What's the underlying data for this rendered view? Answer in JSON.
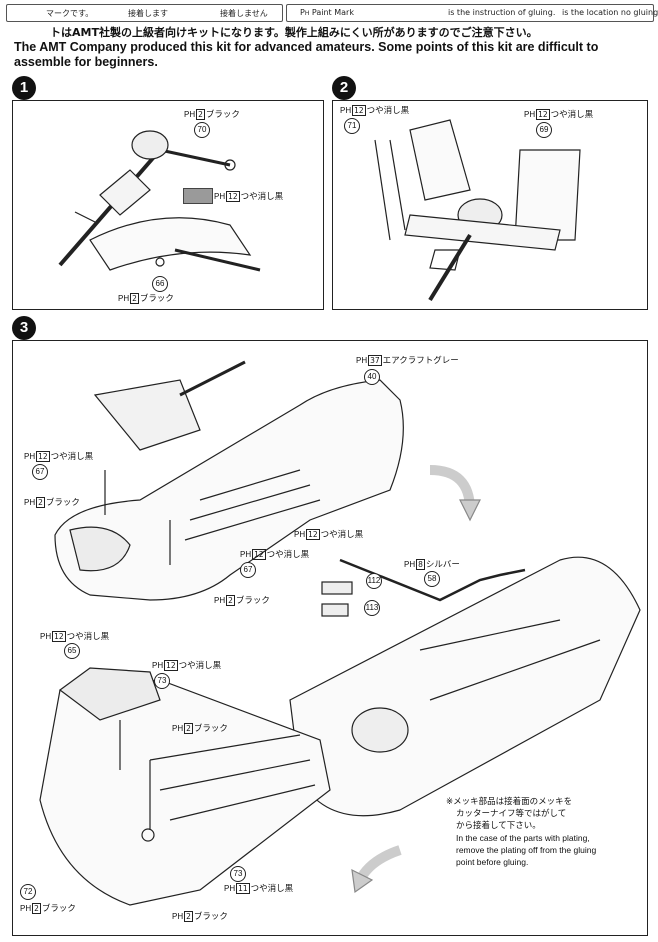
{
  "legend": {
    "paint_mark_jp": "マークです。",
    "glue": "接着します",
    "no_glue": "接着しません",
    "ph_mark_en": "Paint Mark",
    "instruction_en": "is the instruction of gluing.",
    "location_en": "is the location no gluing."
  },
  "notice": {
    "jp": "トはAMT社製の上級者向けキットになります。製作上組みにくい所がありますのでご注意下さい。",
    "en_line1": "The AMT Company produced this kit for advanced amateurs. Some points of this kit are difficult to",
    "en_line2": "assemble for beginners."
  },
  "steps": [
    "1",
    "2",
    "3"
  ],
  "labels": {
    "s1_70": "ブラック",
    "s1_70_code": "2",
    "s1_swatch": "つや消し黒",
    "s1_swatch_code": "12",
    "s1_66": "ブラック",
    "s1_66_code": "2",
    "s2_71": "つや消し黒",
    "s2_71_code": "12",
    "s2_69": "つや消し黒",
    "s2_69_code": "12",
    "s3_40": "エアクラフトグレー",
    "s3_40_code": "37",
    "s3_67a": "つや消し黒",
    "s3_67a_code": "12",
    "s3_black_a": "ブラック",
    "s3_black_a_code": "2",
    "s3_mid1": "つや消し黒",
    "s3_mid1_code": "12",
    "s3_mid2": "つや消し黒",
    "s3_mid2_code": "12",
    "s3_black_b": "ブラック",
    "s3_black_b_code": "2",
    "s3_58": "シルバー",
    "s3_58_code": "8",
    "s3_65": "つや消し黒",
    "s3_65_code": "12",
    "s3_73": "つや消し黒",
    "s3_73_code": "12",
    "s3_black_c": "ブラック",
    "s3_black_c_code": "2",
    "s3_73b": "つや消し黒",
    "s3_73b_code": "11",
    "s3_black_d": "ブラック",
    "s3_black_d_code": "2",
    "s3_black_e": "ブラック",
    "s3_black_e_code": "2"
  },
  "callouts": {
    "c70": "70",
    "c66": "66",
    "c71": "71",
    "c69": "69",
    "c40": "40",
    "c67a": "67",
    "c67b": "67",
    "c112": "112",
    "c113": "113",
    "c58": "58",
    "c65": "65",
    "c73a": "73",
    "c73b": "73",
    "c72": "72"
  },
  "ph_prefix": "PH",
  "plating_note": {
    "jp1": "※メッキ部品は接着面のメッキを",
    "jp2": "カッターナイフ等ではがして",
    "jp3": "から接着して下さい。",
    "en1": "In the case of the parts with plating,",
    "en2": "remove the plating off from the gluing",
    "en3": "point before gluing."
  }
}
